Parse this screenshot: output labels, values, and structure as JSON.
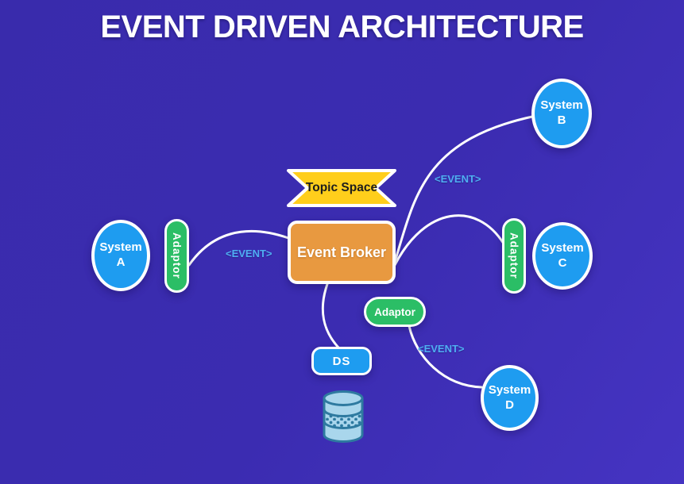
{
  "title": "EVENT DRIVEN ARCHITECTURE",
  "colors": {
    "background": "#3B2CB1",
    "node_blue": "#1E9CF0",
    "adaptor_green": "#2BBE66",
    "broker_orange": "#E89940",
    "banner_yellow": "#FFCE1B",
    "banner_text": "#1D1D1D",
    "event_label_blue": "#4FAEF2",
    "connector": "#FFFFFF",
    "db_fill": "#A9D6EC",
    "db_stroke": "#2E7AA0"
  },
  "banner": {
    "label": "Topic Space"
  },
  "broker": {
    "label": "Event Broker"
  },
  "systems": [
    {
      "name": "System",
      "letter": "A"
    },
    {
      "name": "System",
      "letter": "B"
    },
    {
      "name": "System",
      "letter": "C"
    },
    {
      "name": "System",
      "letter": "D"
    }
  ],
  "adaptors": {
    "left": "Adaptor",
    "right": "Adaptor",
    "center": "Adaptor"
  },
  "datastore": {
    "label": "DS"
  },
  "event_labels": {
    "left": "<EVENT>",
    "upper_right": "<EVENT>",
    "lower_right": "<EVENT>"
  },
  "icons": {
    "database": "database-cylinder"
  }
}
